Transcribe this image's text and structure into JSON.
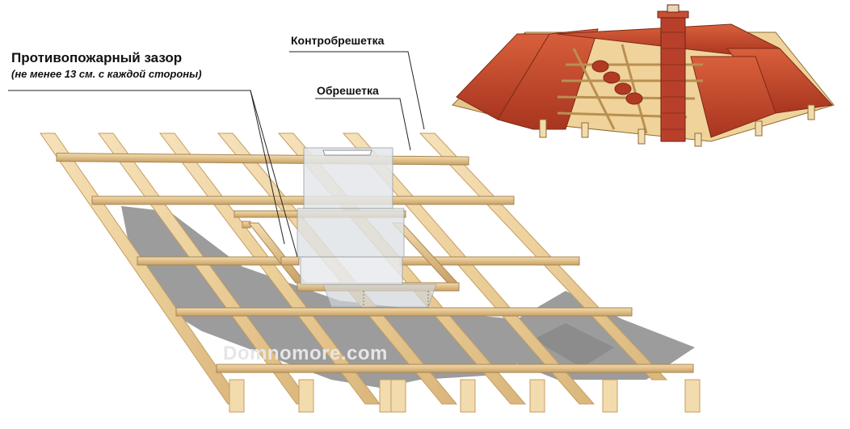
{
  "labels": {
    "fire_gap": "Противопожарный зазор",
    "fire_gap_note": "(не менее 13 см. с каждой стороны)",
    "counter_batten": "Контробрешетка",
    "batten": "Обрешетка"
  },
  "watermark": "Domnomore.com",
  "colors": {
    "wood": "#f1d8a8",
    "wood_edge": "#b98f52",
    "membrane": "#9a9a9a",
    "tile": "#c2452a",
    "brick": "#b8402a",
    "chimney_box": "#e3e6ea"
  }
}
